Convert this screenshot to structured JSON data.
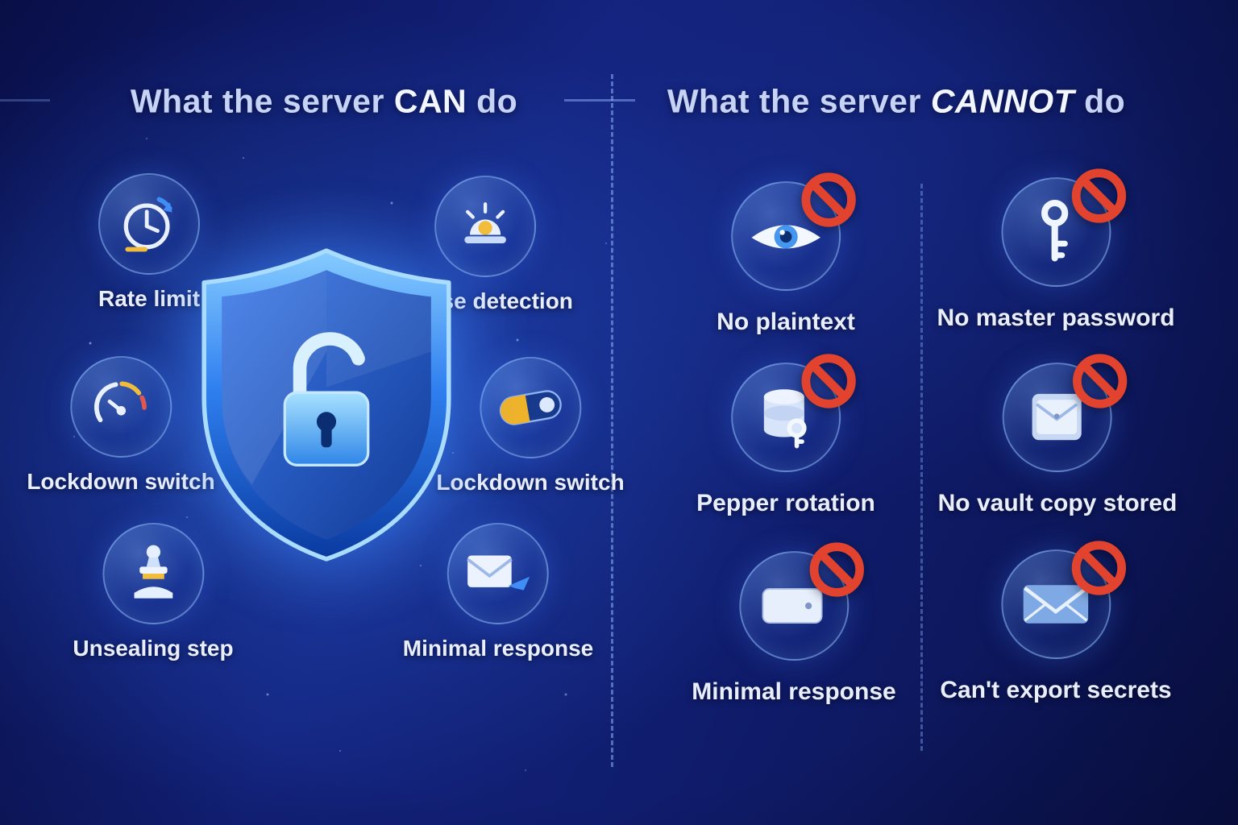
{
  "titles": {
    "left": {
      "prefix": "What the server ",
      "emphasis": "CAN",
      "suffix": " do"
    },
    "right": {
      "prefix": "What the server ",
      "emphasis": "CANNOT",
      "suffix": " do"
    }
  },
  "can_items": [
    {
      "label": "Rate limit",
      "icon": "timer-icon"
    },
    {
      "label": "Abuse detection",
      "icon": "alarm-icon"
    },
    {
      "label": "Lockdown switch",
      "icon": "gauge-icon"
    },
    {
      "label": "Lockdown switch",
      "icon": "capsule-icon"
    },
    {
      "label": "Unsealing step",
      "icon": "stamp-icon"
    },
    {
      "label": "Minimal response",
      "icon": "mail-arrow-icon"
    }
  ],
  "cannot_items_col1": [
    {
      "label": "No plaintext",
      "icon": "eye-icon"
    },
    {
      "label": "Pepper rotation",
      "icon": "database-key-icon"
    },
    {
      "label": "Minimal response",
      "icon": "wallet-icon"
    }
  ],
  "cannot_items_col2": [
    {
      "label": "No master password",
      "icon": "key-icon"
    },
    {
      "label": "No vault copy stored",
      "icon": "vault-envelope-icon"
    },
    {
      "label": "Can't export secrets",
      "icon": "envelope-icon"
    }
  ],
  "center_icon": "shield-lock-icon",
  "colors": {
    "background_navy": "#101d6e",
    "accent_blue": "#3f8df5",
    "shield_blue": "#2f7ff0",
    "prohibition_red": "#e2432e",
    "highlight_yellow": "#f2bd3a",
    "text": "#e9eefb"
  }
}
